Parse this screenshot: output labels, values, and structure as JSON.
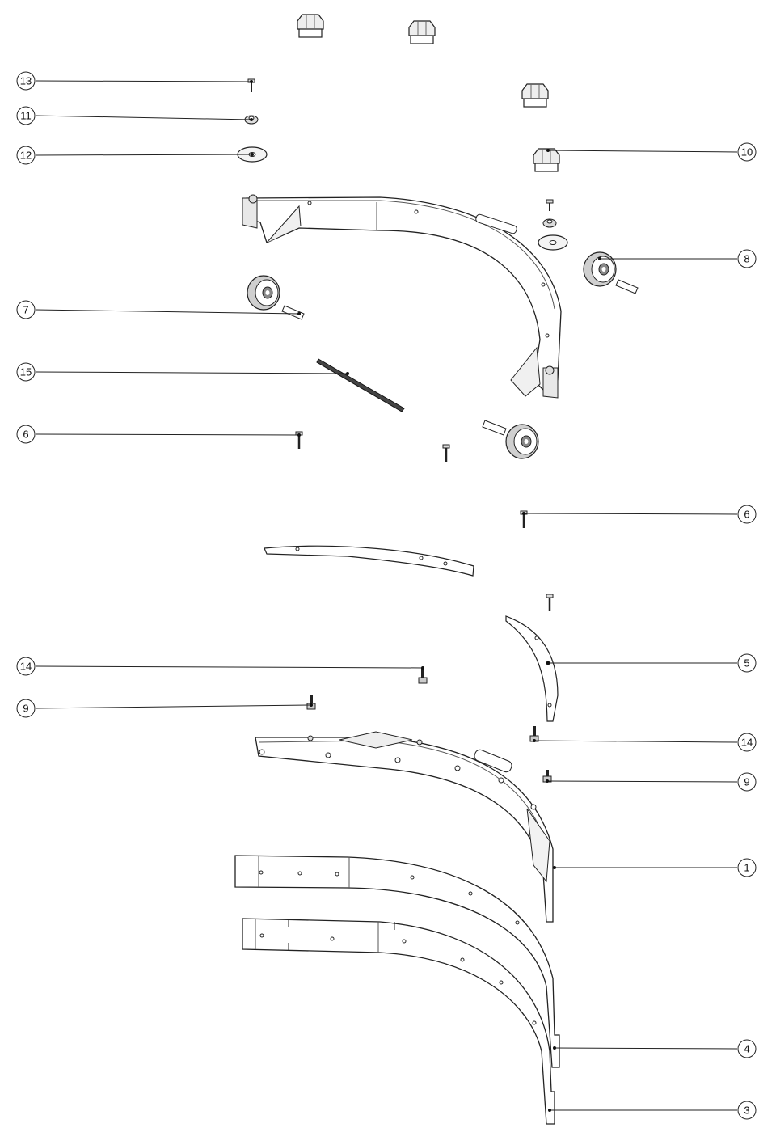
{
  "callouts": [
    {
      "label": "13"
    },
    {
      "label": "11"
    },
    {
      "label": "12"
    },
    {
      "label": "10"
    },
    {
      "label": "8"
    },
    {
      "label": "7"
    },
    {
      "label": "15"
    },
    {
      "label": "6"
    },
    {
      "label": "6"
    },
    {
      "label": "14"
    },
    {
      "label": "5"
    },
    {
      "label": "9"
    },
    {
      "label": "14"
    },
    {
      "label": "9"
    },
    {
      "label": "1"
    },
    {
      "label": "4"
    },
    {
      "label": "3"
    }
  ],
  "colors": {
    "ink": "#111111",
    "line": "#333333",
    "part_fill": "#ffffff",
    "shade": "#9a9a9a"
  }
}
